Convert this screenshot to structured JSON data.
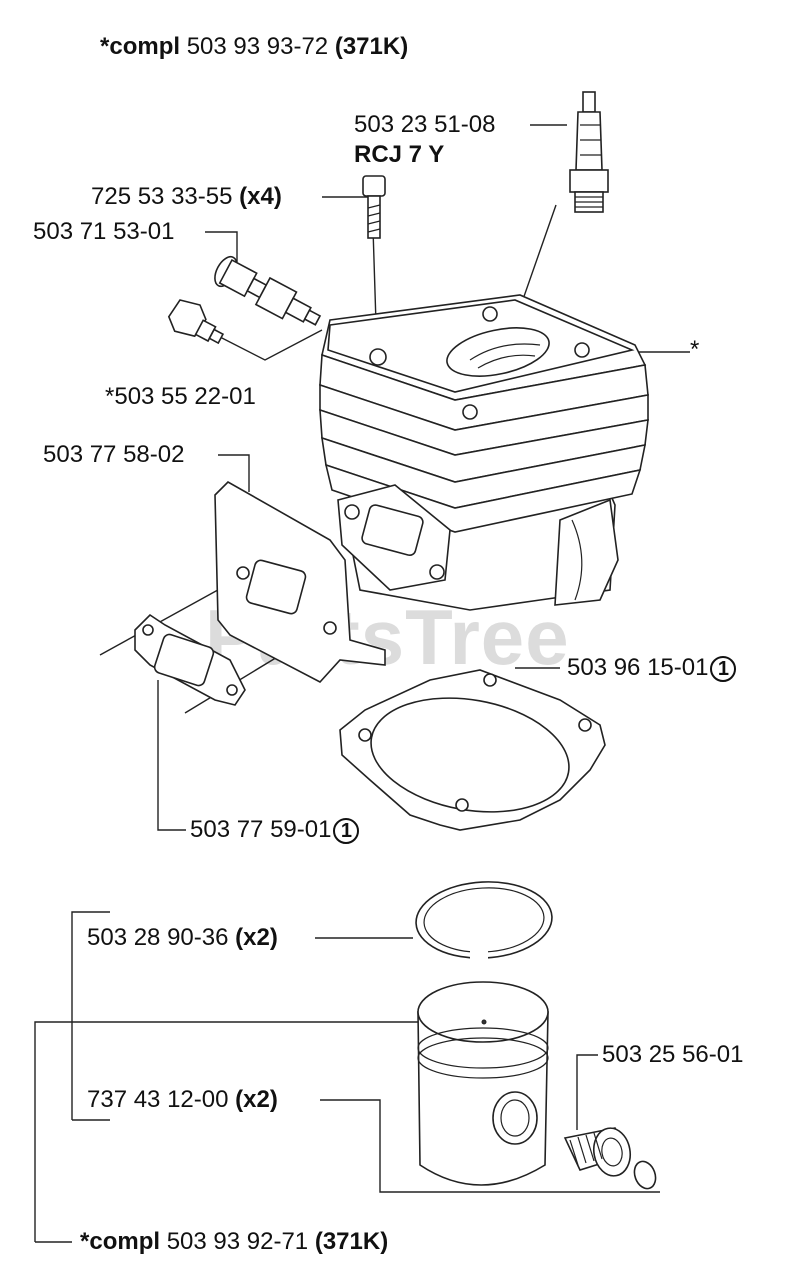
{
  "watermark": {
    "text": "PartsTree",
    "mark": "™"
  },
  "labels": {
    "compl_top": {
      "prefix": "*compl",
      "number": "503 93 93-72",
      "suffix": "(371K)"
    },
    "spark_plug": {
      "number": "503 23 51-08",
      "model": "RCJ 7 Y"
    },
    "screw": {
      "number": "725 53 33-55",
      "qty": "(x4)"
    },
    "decomp_valve": {
      "number": "503 71 53-01"
    },
    "plug": {
      "number": "*503 55 22-01"
    },
    "gasket_plate": {
      "number": "503 77 58-02"
    },
    "cylinder_ref": {
      "text": "*"
    },
    "base_gasket": {
      "number": "503 96 15-01",
      "circle": "1"
    },
    "exhaust_gasket": {
      "number": "503 77 59-01",
      "circle": "1"
    },
    "piston_ring": {
      "number": "503 28 90-36",
      "qty": "(x2)"
    },
    "bearing": {
      "number": "503 25 56-01"
    },
    "circlip": {
      "number": "737 43 12-00",
      "qty": "(x2)"
    },
    "compl_bottom": {
      "prefix": "*compl",
      "number": "503 93 92-71",
      "suffix": "(371K)"
    }
  }
}
